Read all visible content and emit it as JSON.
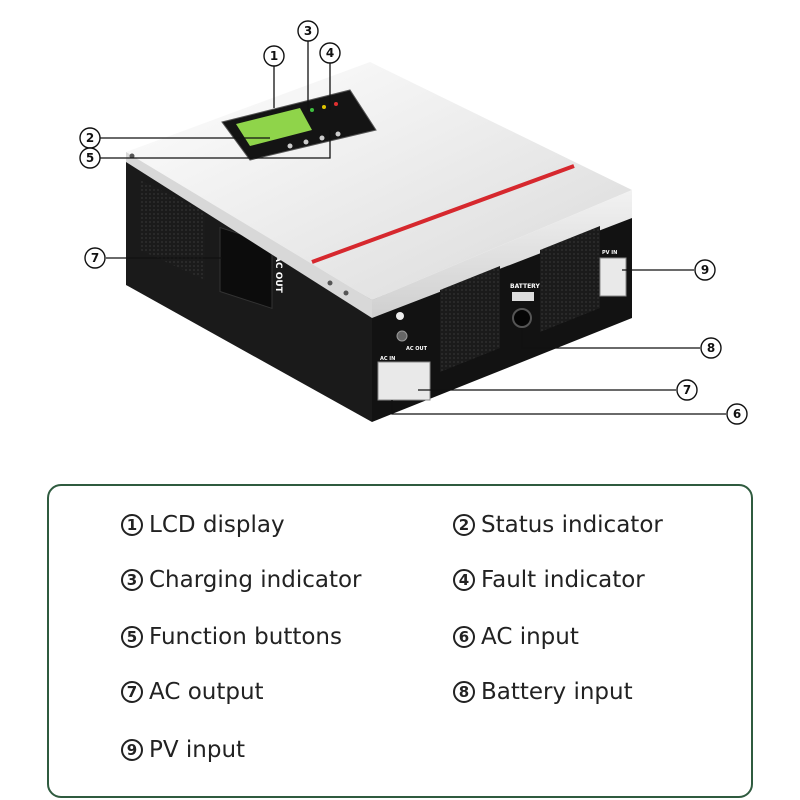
{
  "device": {
    "side_label": "AC OUT",
    "battery_port_label": "BATTERY",
    "ac_in_label": "AC IN",
    "ac_out_label": "AC OUT",
    "pv_label": "PV IN"
  },
  "callouts": [
    "1",
    "2",
    "3",
    "4",
    "5",
    "6",
    "7",
    "7",
    "8",
    "9"
  ],
  "legend": {
    "items": [
      {
        "number": "1",
        "label": "LCD display"
      },
      {
        "number": "2",
        "label": "Status indicator"
      },
      {
        "number": "3",
        "label": "Charging indicator"
      },
      {
        "number": "4",
        "label": "Fault indicator"
      },
      {
        "number": "5",
        "label": "Function buttons"
      },
      {
        "number": "6",
        "label": "AC input"
      },
      {
        "number": "7",
        "label": "AC output"
      },
      {
        "number": "8",
        "label": "Battery input"
      },
      {
        "number": "9",
        "label": "PV input"
      }
    ]
  },
  "colors": {
    "casing_top": "#eeeeee",
    "casing_side": "#161616",
    "stripe": "#d6282e",
    "lcd": "#8fd44a",
    "legend_border": "#2f5b3f"
  }
}
